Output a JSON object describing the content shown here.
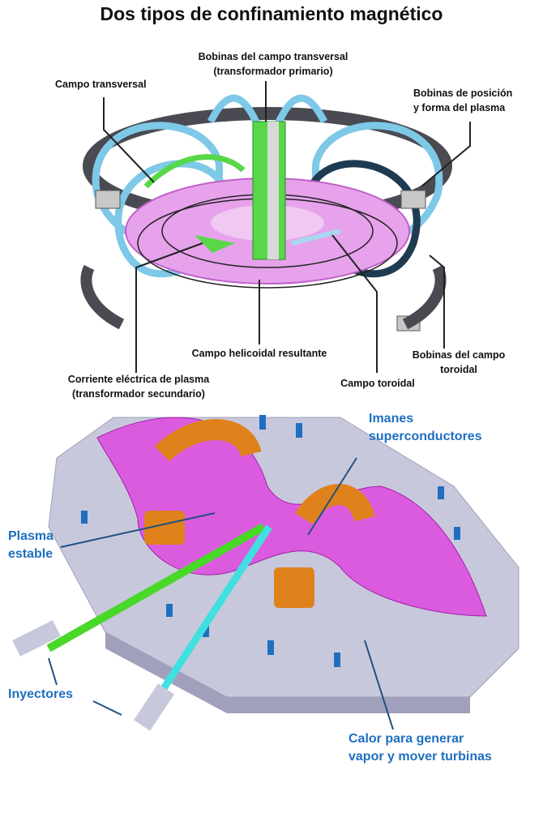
{
  "title": "Dos tipos de confinamiento magnético",
  "tokamak": {
    "transverse_coils": [
      "Bobinas del campo transversal",
      "(transformador primario)"
    ],
    "transverse_field": "Campo transversal",
    "position_coils": [
      "Bobinas de posición",
      "y forma del plasma"
    ],
    "helical_field": "Campo helicoidal resultante",
    "toroidal_coils": [
      "Bobinas del campo",
      "toroidal"
    ],
    "plasma_current": [
      "Corriente eléctrica de plasma",
      "(transformador secundario)"
    ],
    "toroidal_field": "Campo toroidal"
  },
  "stellarator": {
    "magnets": [
      "Imanes",
      "superconductores"
    ],
    "plasma": [
      "Plasma",
      "estable"
    ],
    "injectors": "Inyectores",
    "heat": [
      "Calor para generar",
      "vapor y mover turbinas"
    ]
  },
  "colors": {
    "label_blue": "#1e6fc0",
    "plasma": "#e070e0",
    "coil": "#7ec8e8",
    "slab": "#c8c8dc",
    "magnet": "#e0821c"
  }
}
